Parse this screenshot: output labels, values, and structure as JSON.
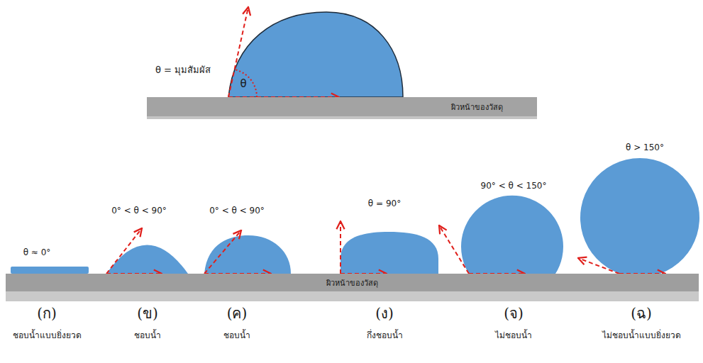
{
  "diagram": {
    "nodes": [
      {
        "text": [
          "ผิวหน้าของวัสดุ"
        ]
      },
      {
        "text": [
          "ผิวหน้าของวัสดุ"
        ]
      }
    ],
    "labels": [
      "θ = มุมสัมผัส",
      "θ",
      "θ ≈ 0°",
      "0° < θ < 90°",
      "0° < θ < 90°",
      "θ = 90°",
      "90° < θ < 150°",
      "θ > 150°",
      "(ก)",
      "(ข)",
      "(ค)",
      "(ง)",
      "(จ)",
      "(ฉ)",
      "ชอบน้ำแบบยิ่งยวด",
      "ชอบน้ำ",
      "ชอบน้ำ",
      "กึ่งชอบน้ำ",
      "ไม่ชอบน้ำ",
      "ไม่ชอบน้ำแบบยิ่งยวด"
    ]
  }
}
